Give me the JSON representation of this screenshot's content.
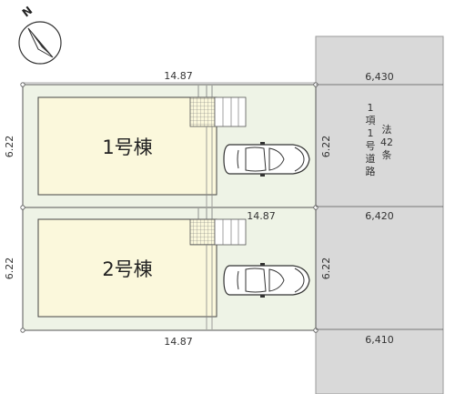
{
  "compass": {
    "north_label": "N"
  },
  "road": {
    "label_col1": [
      "1",
      "項",
      "1",
      "号",
      "道",
      "路"
    ],
    "label_col2": [
      "法",
      "42",
      "条"
    ]
  },
  "dimensions": {
    "top_width": "14.87",
    "middle_width": "14.87",
    "bottom_width": "14.87",
    "lot1_left_depth": "6.22",
    "lot1_right_depth": "6.22",
    "lot2_left_depth": "6.22",
    "lot2_right_depth": "6.22",
    "road_width_top": "6,430",
    "road_width_middle": "6,420",
    "road_width_bottom": "6,410"
  },
  "buildings": [
    {
      "label": "1号棟"
    },
    {
      "label": "2号棟"
    }
  ],
  "icons": {
    "compass": "compass-icon",
    "car": "car-icon",
    "stairs": "stairs-icon"
  },
  "colors": {
    "lot_fill": "#eef3e6",
    "building_fill": "#fbf8dc",
    "road_fill": "#d9d9d9",
    "line": "#555555"
  }
}
